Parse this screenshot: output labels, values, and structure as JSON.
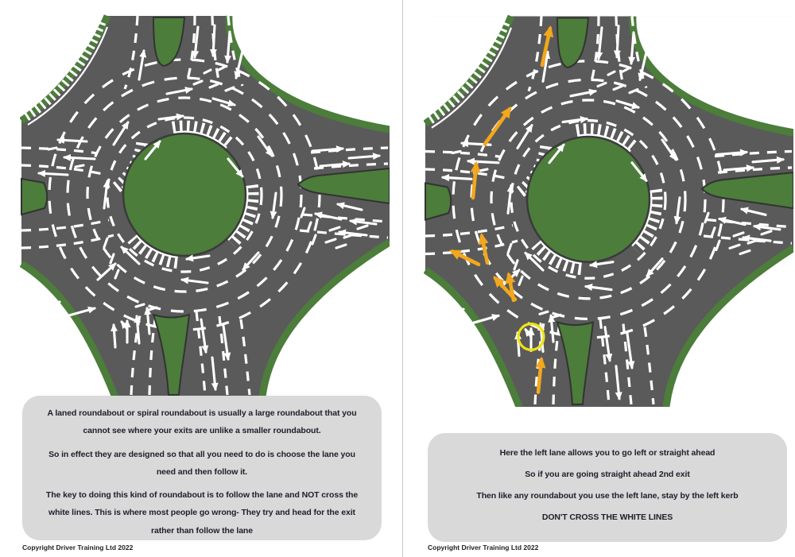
{
  "page": {
    "background": "#ffffff"
  },
  "colors": {
    "road_gray": "#5a5a5a",
    "verge_green": "#4c7d3b",
    "island_green": "#4c7d3b",
    "marking_white": "#ffffff",
    "route_arrow_orange": "#f2a71d",
    "highlight_yellow": "#eee212",
    "caption_background": "#d9d9d9",
    "caption_text": "#1e1e2b",
    "divider_gray": "#c8c8c8"
  },
  "panels": {
    "left": {
      "diagram_label": "laned-roundabout-diagram",
      "caption": {
        "paragraphs": [
          [
            "A laned roundabout or spiral roundabout is usually a large roundabout that you",
            "cannot see where your exits are unlike a smaller roundabout."
          ],
          [
            "So in effect they are designed so that all you need to do is choose the lane you",
            "need and then follow it."
          ],
          [
            "The key to doing this kind of roundabout is to follow the lane and NOT cross the",
            "white lines. This is where most people go wrong- They try and head for the exit",
            "rather than follow the lane"
          ]
        ]
      },
      "copyright": "Copyright Driver Training Ltd 2022"
    },
    "right": {
      "diagram_label": "laned-roundabout-diagram-with-route",
      "caption": {
        "lines": [
          "Here the left lane allows you to go left or straight ahead",
          "So if you are going straight ahead 2nd exit",
          "Then like any roundabout you use the left lane, stay by the left kerb",
          "DON'T CROSS THE WHITE LINES"
        ]
      },
      "copyright": "Copyright Driver Training Ltd 2022"
    }
  }
}
